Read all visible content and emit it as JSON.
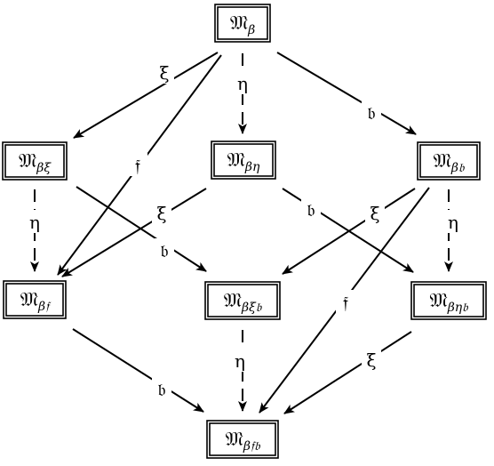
{
  "nodes": [
    {
      "id": "M_beta",
      "main": "𝔐",
      "sub": "β"
    },
    {
      "id": "M_beta_xi",
      "main": "𝔐",
      "sub": "βξ"
    },
    {
      "id": "M_beta_eta",
      "main": "𝔐",
      "sub": "βη"
    },
    {
      "id": "M_beta_b",
      "main": "𝔐",
      "sub": "β𝔟"
    },
    {
      "id": "M_beta_f",
      "main": "𝔐",
      "sub": "β𝔣"
    },
    {
      "id": "M_beta_xi_b",
      "main": "𝔐",
      "sub": "βξ𝔟"
    },
    {
      "id": "M_beta_eta_b",
      "main": "𝔐",
      "sub": "βη𝔟"
    },
    {
      "id": "M_beta_f_b",
      "main": "𝔐",
      "sub": "β𝔣𝔟"
    }
  ],
  "edges": [
    {
      "from": "M_beta",
      "to": "M_beta_xi",
      "label": "ξ"
    },
    {
      "from": "M_beta",
      "to": "M_beta_eta",
      "label": "η"
    },
    {
      "from": "M_beta",
      "to": "M_beta_b",
      "label": "𝔟"
    },
    {
      "from": "M_beta",
      "to": "M_beta_f",
      "label": "𝔣"
    },
    {
      "from": "M_beta_xi",
      "to": "M_beta_f",
      "label": "η"
    },
    {
      "from": "M_beta_xi",
      "to": "M_beta_xi_b",
      "label": "𝔟"
    },
    {
      "from": "M_beta_eta",
      "to": "M_beta_f",
      "label": "ξ"
    },
    {
      "from": "M_beta_eta",
      "to": "M_beta_eta_b",
      "label": "𝔟"
    },
    {
      "from": "M_beta_b",
      "to": "M_beta_xi_b",
      "label": "ξ"
    },
    {
      "from": "M_beta_b",
      "to": "M_beta_eta_b",
      "label": "η"
    },
    {
      "from": "M_beta_b",
      "to": "M_beta_f_b",
      "label": "𝔣"
    },
    {
      "from": "M_beta_f",
      "to": "M_beta_f_b",
      "label": "𝔟"
    },
    {
      "from": "M_beta_xi_b",
      "to": "M_beta_f_b",
      "label": "η"
    },
    {
      "from": "M_beta_eta_b",
      "to": "M_beta_f_b",
      "label": "ξ"
    }
  ]
}
